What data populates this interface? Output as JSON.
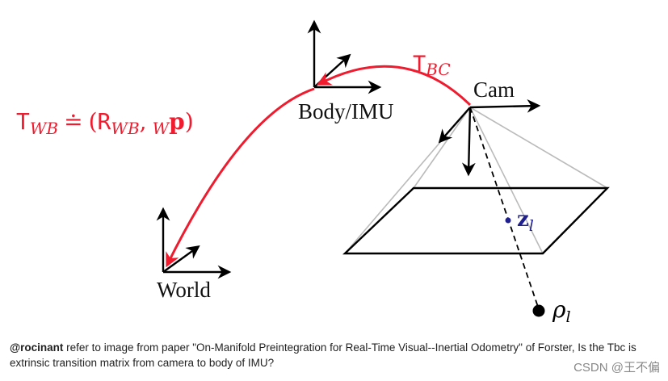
{
  "diagram": {
    "frames": {
      "world": "World",
      "body": "Body/IMU",
      "cam": "Cam"
    },
    "transforms": {
      "t_bc": {
        "T": "T",
        "sub": "BC"
      },
      "t_wb": {
        "T": "T",
        "sub": "WB",
        "eq": "≐",
        "open": "(",
        "R": "R",
        "r_sub": "WB",
        "comma": ",",
        "w": "W",
        "p": "p",
        "close": ")"
      }
    },
    "point": {
      "z": "z",
      "z_sub": "l",
      "rho": "ρ",
      "rho_sub": "l"
    },
    "colors": {
      "transform": "#ee1c2e",
      "point": "#1f1f8f",
      "axes": "#000000",
      "frustum": "#bbbbbb"
    }
  },
  "caption": {
    "user": "@rocinant",
    "text": " refer to image from paper \"On-Manifold Preintegration for Real-Time Visual--Inertial Odometry\" of Forster, Is the Tbc is extrinsic transition matrix from camera to body of IMU?"
  },
  "watermark": "CSDN @王不偏"
}
